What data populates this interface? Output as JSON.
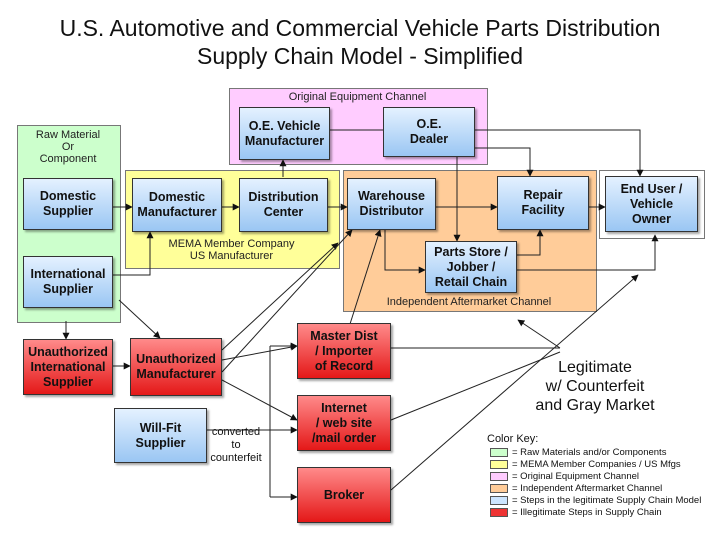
{
  "title_line1": "U.S. Automotive and Commercial Vehicle Parts Distribution",
  "title_line2": "Supply Chain Model - Simplified",
  "regions": {
    "raw_material": "Raw Material\nOr\nComponent",
    "original_equipment": "Original Equipment Channel",
    "mema": "MEMA Member Company\nUS Manufacturer",
    "aftermarket": "Independent Aftermarket Channel"
  },
  "boxes": {
    "domestic_supplier": "Domestic\nSupplier",
    "international_supplier": "International\nSupplier",
    "domestic_manufacturer": "Domestic\nManufacturer",
    "distribution_center": "Distribution\nCenter",
    "oe_vehicle_manufacturer": "O.E. Vehicle\nManufacturer",
    "oe_dealer": "O.E.\nDealer",
    "warehouse_distributor": "Warehouse\nDistributor",
    "repair_facility": "Repair\nFacility",
    "parts_store": "Parts Store /\nJobber /\nRetail Chain",
    "end_user": "End User /\nVehicle\nOwner",
    "unauthorized_international_supplier": "Unauthorized\nInternational\nSupplier",
    "unauthorized_manufacturer": "Unauthorized\nManufacturer",
    "master_dist": "Master Dist\n/ Importer\nof Record",
    "internet": "Internet\n/ web site\n/mail order",
    "broker": "Broker",
    "will_fit_supplier": "Will-Fit\nSupplier"
  },
  "notes": {
    "legitimate": "Legitimate\nw/ Counterfeit\nand Gray Market",
    "converted": "converted\nto\ncounterfeit"
  },
  "legend": {
    "title": "Color Key:",
    "items": [
      {
        "color": "#ccffcc",
        "label": "= Raw Materials and/or Components"
      },
      {
        "color": "#ffff99",
        "label": "= MEMA Member Companies / US Mfgs"
      },
      {
        "color": "#ffccff",
        "label": "= Original Equipment Channel"
      },
      {
        "color": "#ffcc99",
        "label": "= Independent Aftermarket Channel"
      },
      {
        "color": "#cce5ff",
        "label": "= Steps in the legitimate Supply Chain Model"
      },
      {
        "color": "#ee3333",
        "label": "= Illegitimate Steps in Supply Chain"
      }
    ]
  },
  "colors": {
    "raw_material": "#ccffcc",
    "mema": "#ffff99",
    "original_equipment": "#ffccff",
    "aftermarket": "#ffcc99"
  }
}
